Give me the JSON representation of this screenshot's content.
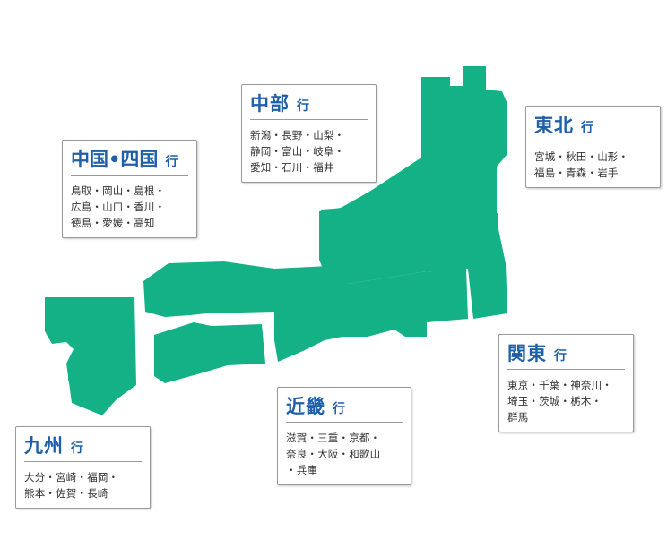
{
  "map": {
    "fill_color": "#13b185",
    "accent_color": "#1f5fa8"
  },
  "regions": {
    "chubu": {
      "title": "中部",
      "suffix": "行",
      "lines": [
        "新潟・長野・山梨・",
        "静岡・富山・岐阜・",
        "愛知・石川・福井"
      ]
    },
    "tohoku": {
      "title": "東北",
      "suffix": "行",
      "lines": [
        "宮城・秋田・山形・",
        "福島・青森・岩手"
      ]
    },
    "chugoku_shikoku": {
      "title": "中国•四国",
      "suffix": "行",
      "lines": [
        "鳥取・岡山・島根・",
        "広島・山口・香川・",
        "徳島・愛媛・高知"
      ]
    },
    "kanto": {
      "title": "関東",
      "suffix": "行",
      "lines": [
        "東京・千葉・神奈川・",
        "埼玉・茨城・栃木・",
        "群馬"
      ]
    },
    "kinki": {
      "title": "近畿",
      "suffix": "行",
      "lines": [
        "滋賀・三重・京都・",
        "奈良・大阪・和歌山",
        "・兵庫"
      ]
    },
    "kyushu": {
      "title": "九州",
      "suffix": "行",
      "lines": [
        "大分・宮崎・福岡・",
        "熊本・佐賀・長崎"
      ]
    }
  }
}
